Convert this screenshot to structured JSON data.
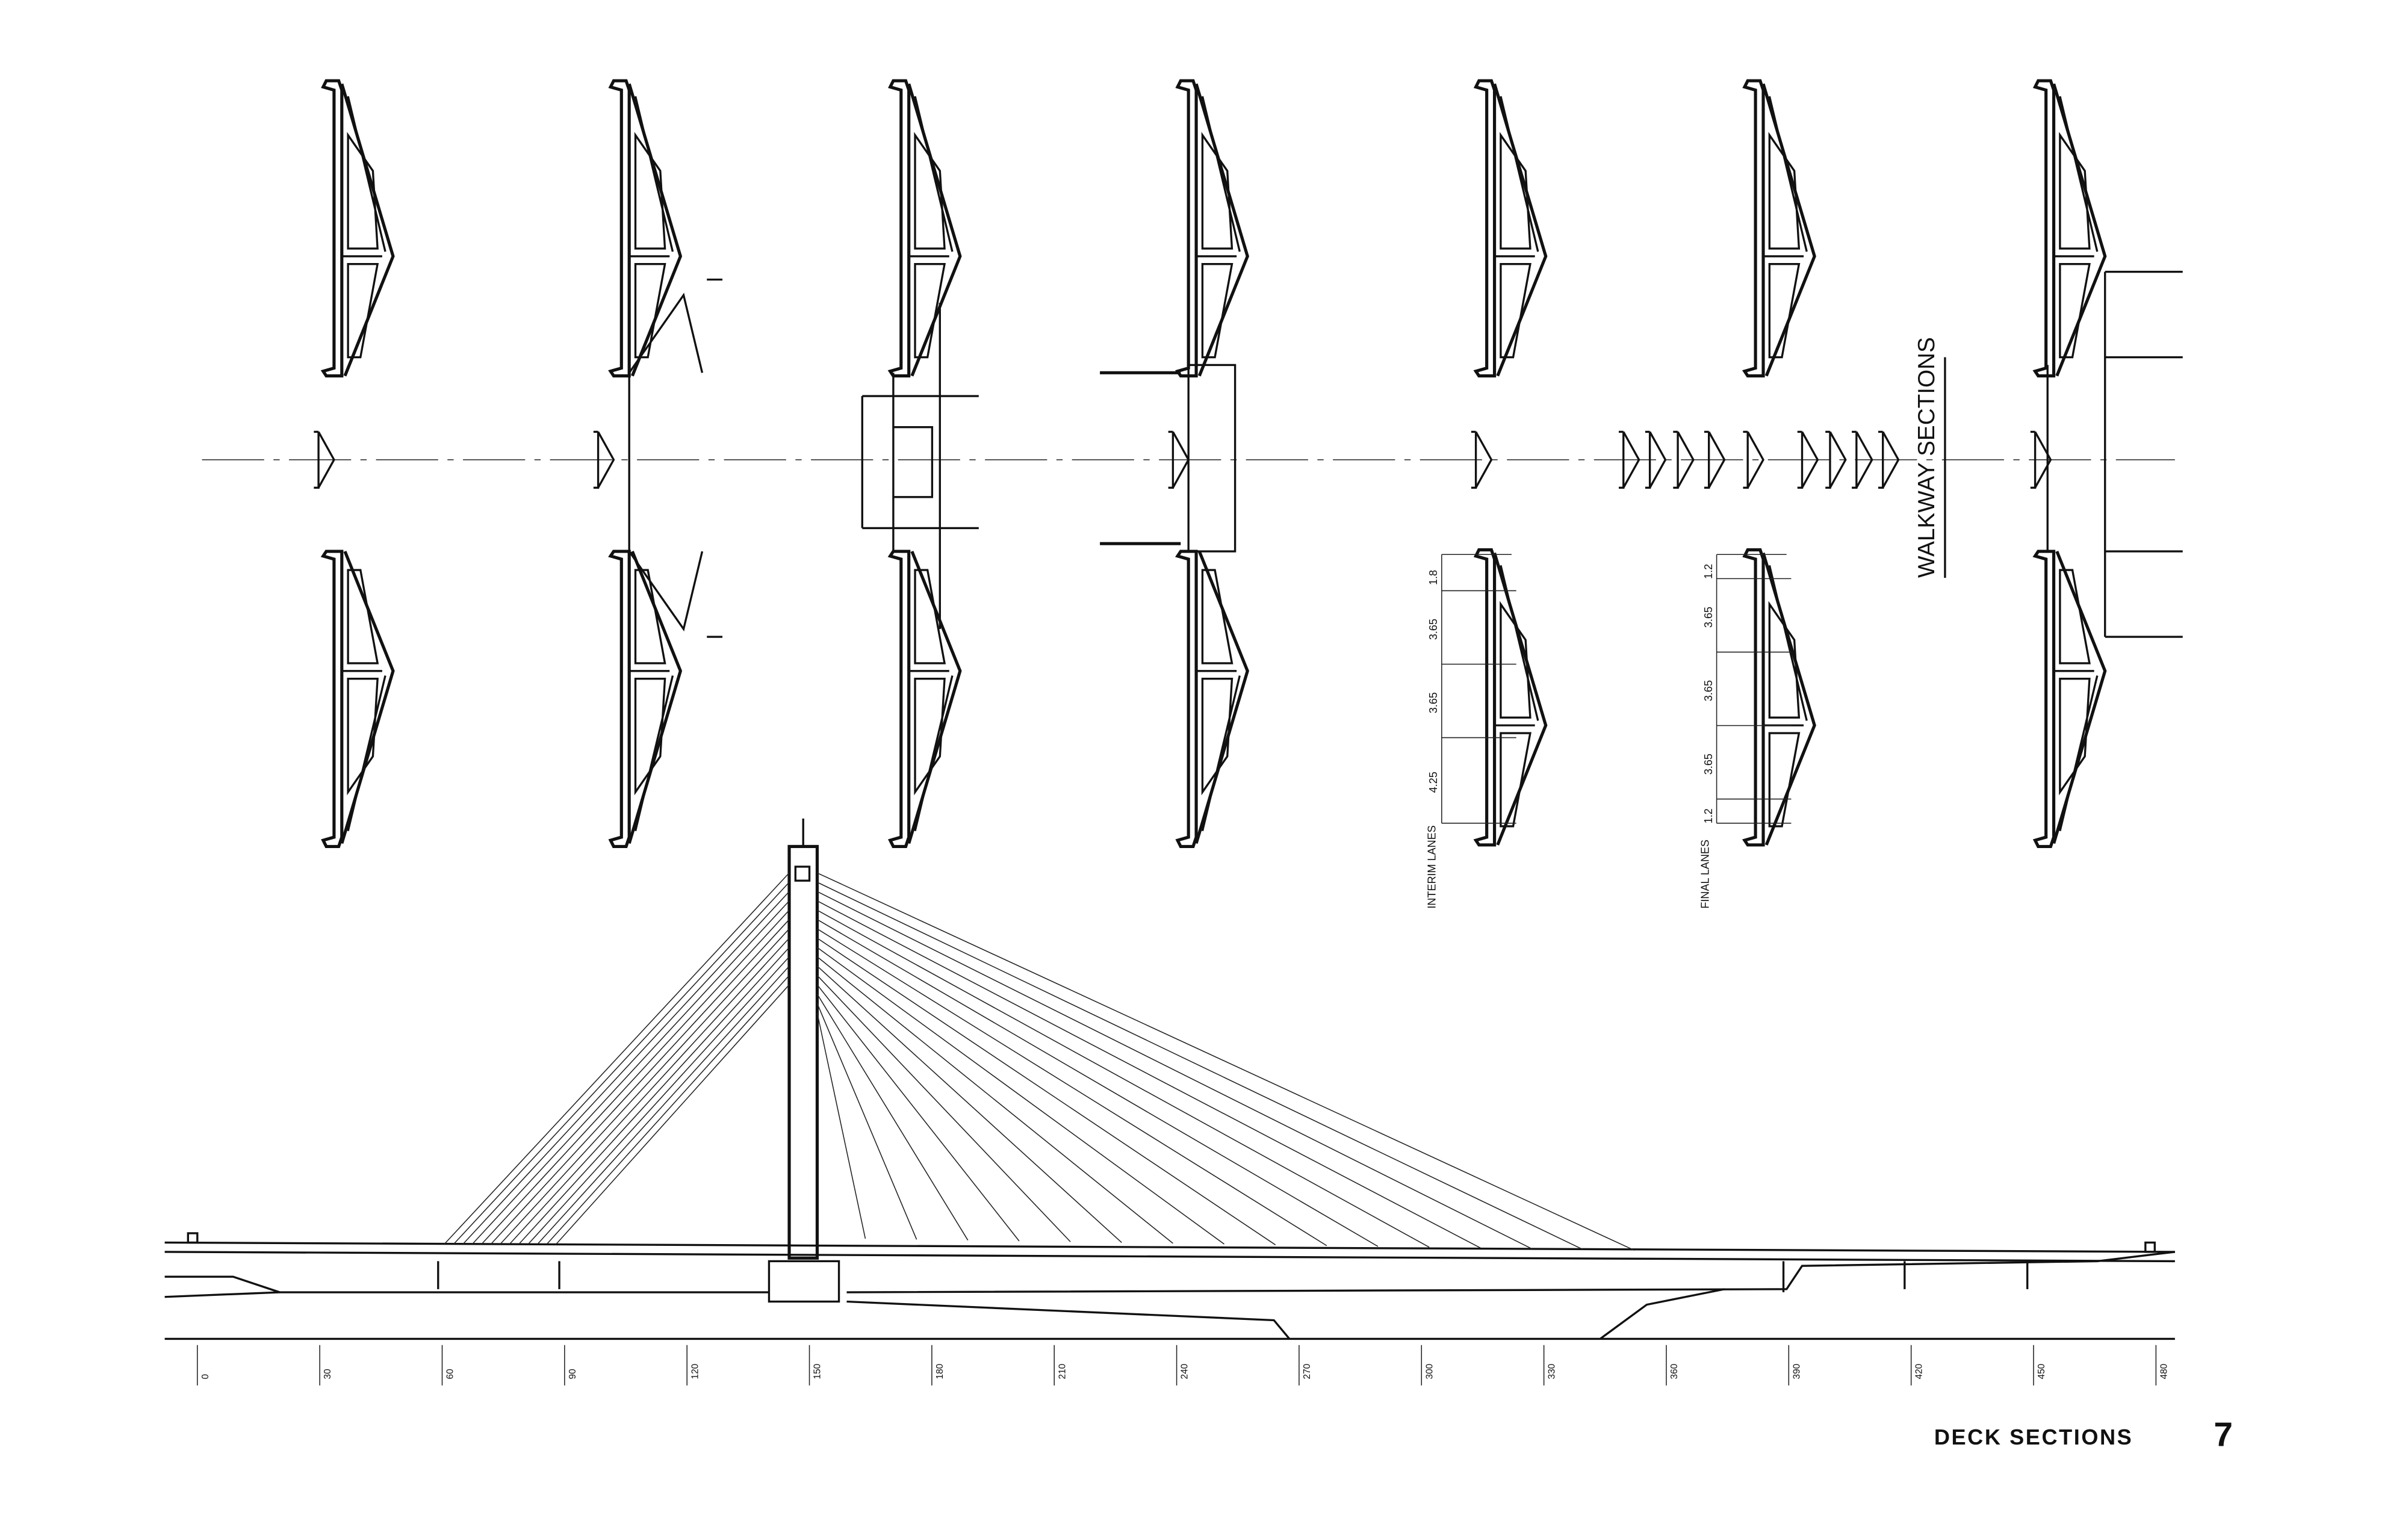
{
  "footer": {
    "title": "DECK SECTIONS",
    "page_number": "7"
  },
  "walkway_label": "WALKWAY SECTIONS",
  "interim_lanes": {
    "label": "INTERIM LANES",
    "dims": [
      "1.8",
      "3.65",
      "3.65",
      "4.25"
    ]
  },
  "final_lanes": {
    "label": "FINAL LANES",
    "dims": [
      "1.2",
      "3.65",
      "3.65",
      "3.65",
      "1.2"
    ]
  },
  "scale_ticks": [
    "0",
    "30",
    "60",
    "90",
    "120",
    "150",
    "180",
    "210",
    "240",
    "270",
    "300",
    "330",
    "360",
    "390",
    "420",
    "450",
    "480"
  ],
  "colors": {
    "ink": "#111111",
    "paper": "#ffffff"
  }
}
